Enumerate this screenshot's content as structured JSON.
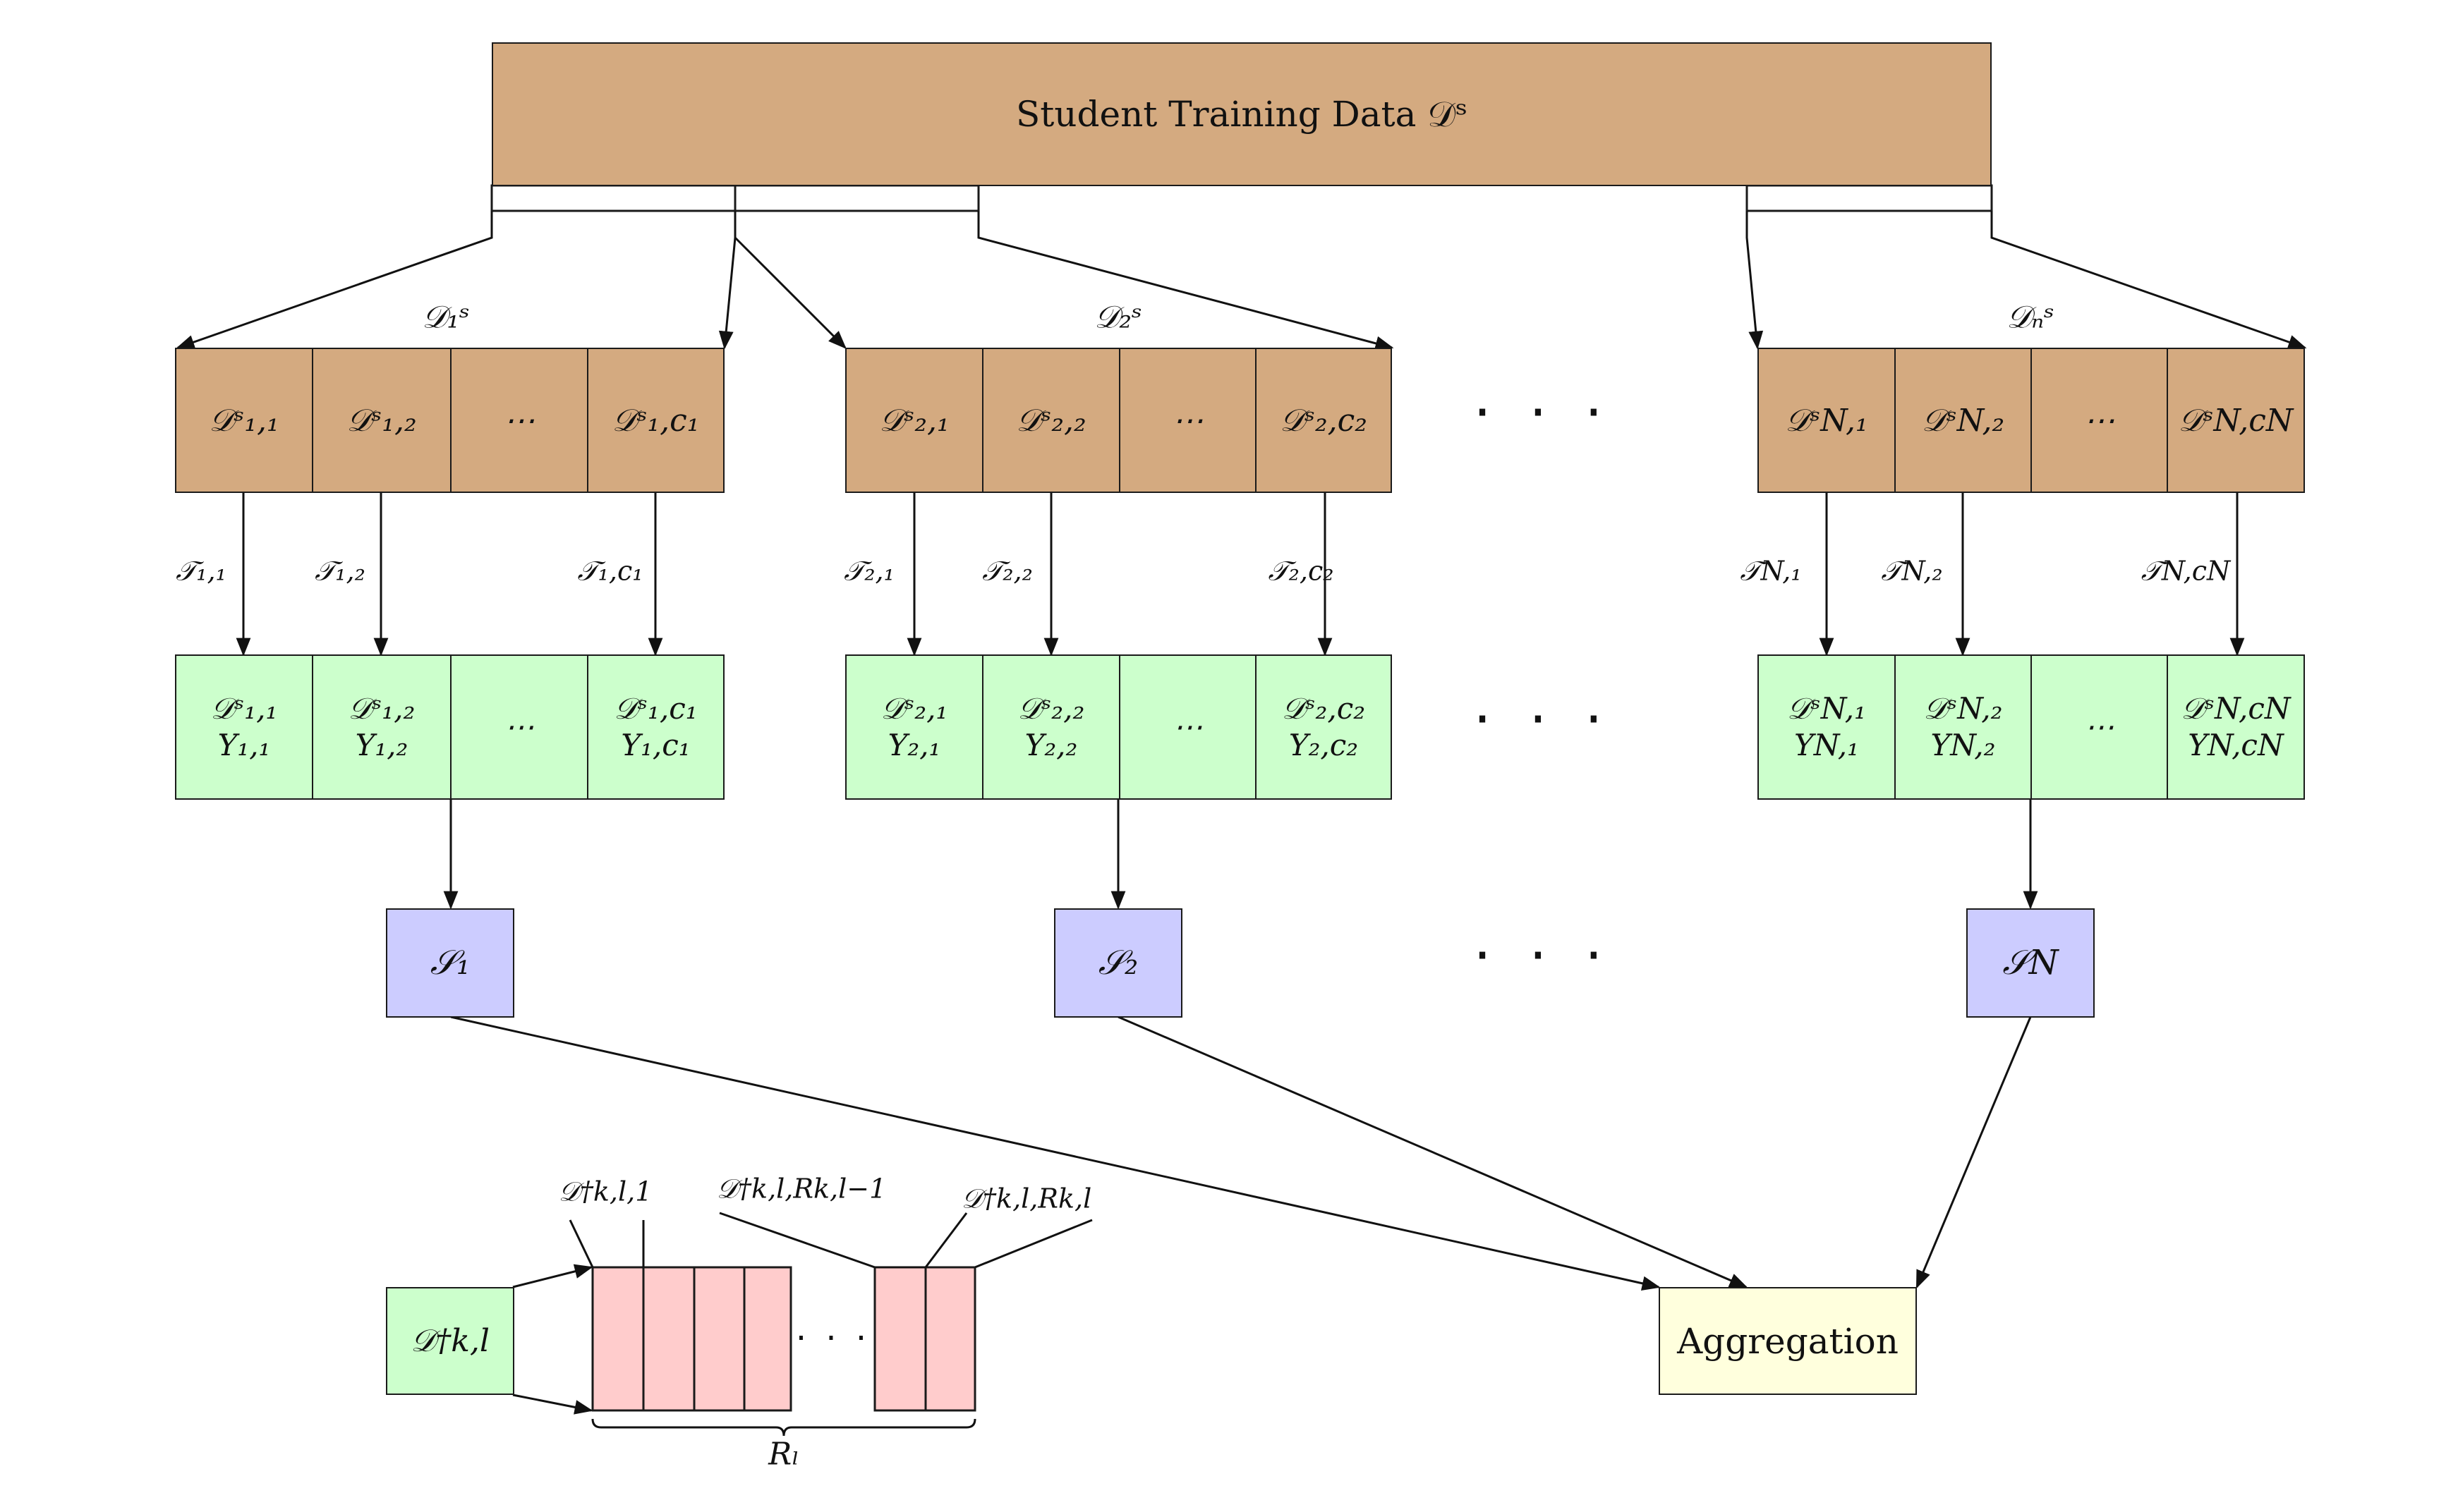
{
  "title": "Student Training Data 𝒟ˢ",
  "groups": [
    {
      "label": "𝒟₁ˢ",
      "cells": [
        "𝒟ˢ₁,₁",
        "𝒟ˢ₁,₂",
        "⋯",
        "𝒟ˢ₁,c₁"
      ],
      "transforms": [
        "𝒯₁,₁",
        "𝒯₁,₂",
        "𝒯₁,c₁"
      ],
      "outputs": [
        [
          "𝒟ˢ₁,₁",
          "Y₁,₁"
        ],
        [
          "𝒟ˢ₁,₂",
          "Y₁,₂"
        ],
        [
          "⋯",
          ""
        ],
        [
          "𝒟ˢ₁,c₁",
          "Y₁,c₁"
        ]
      ],
      "student": "𝒮₁"
    },
    {
      "label": "𝒟₂ˢ",
      "cells": [
        "𝒟ˢ₂,₁",
        "𝒟ˢ₂,₂",
        "⋯",
        "𝒟ˢ₂,c₂"
      ],
      "transforms": [
        "𝒯₂,₁",
        "𝒯₂,₂",
        "𝒯₂,c₂"
      ],
      "outputs": [
        [
          "𝒟ˢ₂,₁",
          "Y₂,₁"
        ],
        [
          "𝒟ˢ₂,₂",
          "Y₂,₂"
        ],
        [
          "⋯",
          ""
        ],
        [
          "𝒟ˢ₂,c₂",
          "Y₂,c₂"
        ]
      ],
      "student": "𝒮₂"
    },
    {
      "label": "𝒟ₙˢ",
      "cells": [
        "𝒟ˢN,₁",
        "𝒟ˢN,₂",
        "⋯",
        "𝒟ˢN,cN"
      ],
      "transforms": [
        "𝒯N,₁",
        "𝒯N,₂",
        "𝒯N,cN"
      ],
      "outputs": [
        [
          "𝒟ˢN,₁",
          "YN,₁"
        ],
        [
          "𝒟ˢN,₂",
          "YN,₂"
        ],
        [
          "⋯",
          ""
        ],
        [
          "𝒟ˢN,cN",
          "YN,cN"
        ]
      ],
      "student": "𝒮N"
    }
  ],
  "ellipsis": "· · ·",
  "aggregation": "Aggregation",
  "teacher_input": "𝒟†k,l",
  "segment_labels": [
    "𝒟†k,l,1",
    "𝒟†k,l,Rk,l−1",
    "𝒟†k,l,Rk,l"
  ],
  "segment_ellipsis": "· · ·",
  "brace_label": "Rₗ",
  "colors": {
    "tan": "#d4aa80",
    "green": "#ccffcc",
    "blue": "#ccccff",
    "pink": "#ffcccc",
    "yellow": "#ffffdd",
    "stroke": "#1a1a1a"
  }
}
